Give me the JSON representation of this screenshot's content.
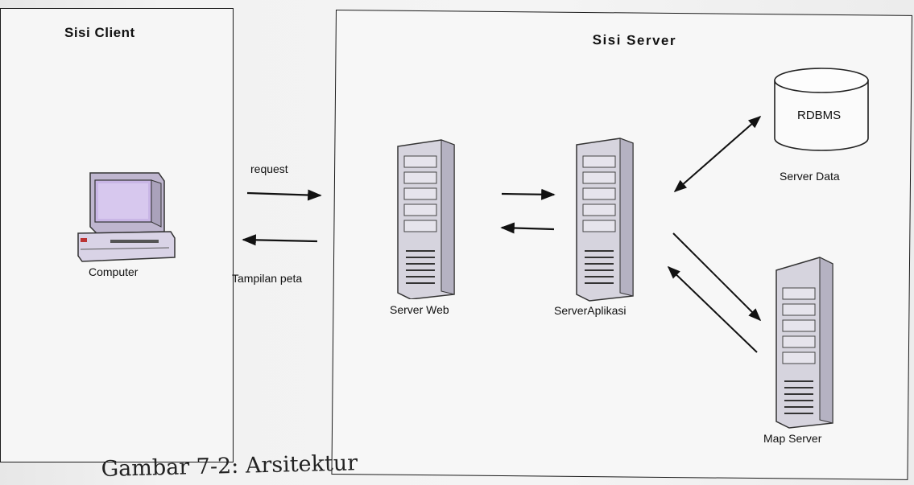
{
  "client": {
    "title": "Sisi Client",
    "computer_label": "Computer"
  },
  "server": {
    "title": "Sisi Server",
    "web_label": "Server Web",
    "app_label": "ServerAplikasi",
    "rdbms_label": "RDBMS",
    "data_label": "Server Data",
    "map_label": "Map Server"
  },
  "arrows": {
    "request_label": "request",
    "response_label": "Tampilan peta"
  },
  "caption": "Gambar 7-2: Arsitektur",
  "colors": {
    "ink": "#111111",
    "screen": "#c9b6e6",
    "case": "#d9d3e6",
    "tower": "#d6d4de"
  },
  "icons": [
    "computer-icon",
    "server-tower-icon",
    "database-cylinder-icon"
  ]
}
